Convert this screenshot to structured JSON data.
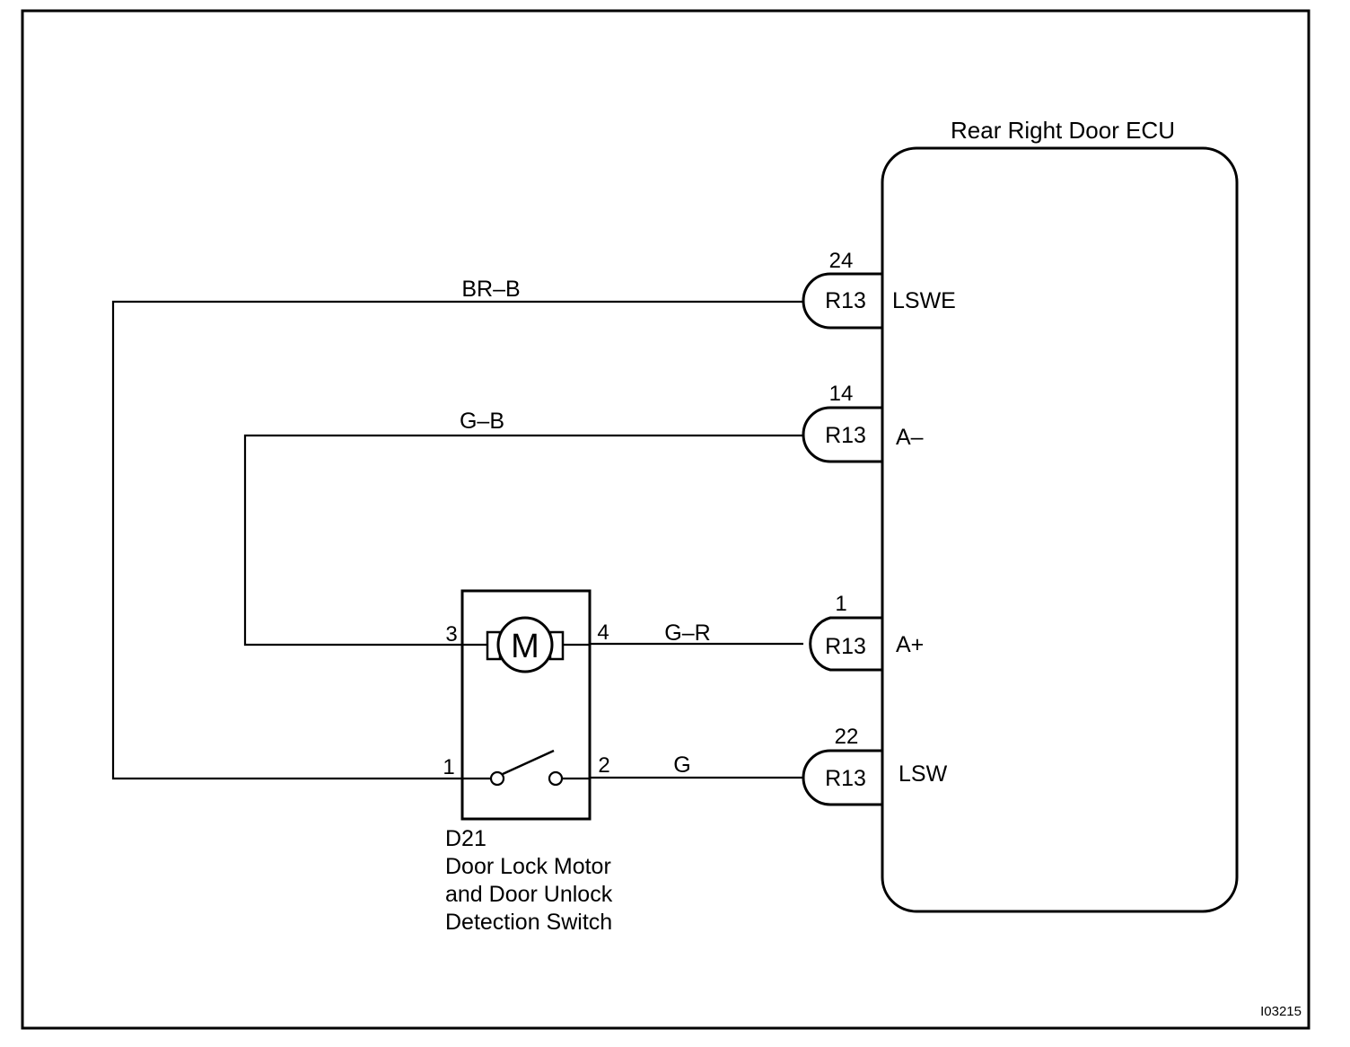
{
  "ecu": {
    "title": "Rear Right Door ECU"
  },
  "connector_code": "R13",
  "ecu_pins": [
    {
      "number": "24",
      "connector": "R13",
      "terminal": "LSWE",
      "wire": "BR–B"
    },
    {
      "number": "14",
      "connector": "R13",
      "terminal": "A–",
      "wire": "G–B"
    },
    {
      "number": "1",
      "connector": "R13",
      "terminal": "A+",
      "wire": "G–R"
    },
    {
      "number": "22",
      "connector": "R13",
      "terminal": "LSW",
      "wire": "G"
    }
  ],
  "component": {
    "id": "D21",
    "name_lines": [
      "Door Lock Motor",
      "and Door Unlock",
      "Detection Switch"
    ],
    "motor_letter": "M",
    "pins": {
      "motor_left": "3",
      "motor_right": "4",
      "switch_left": "1",
      "switch_right": "2"
    }
  },
  "figure_code": "I03215"
}
